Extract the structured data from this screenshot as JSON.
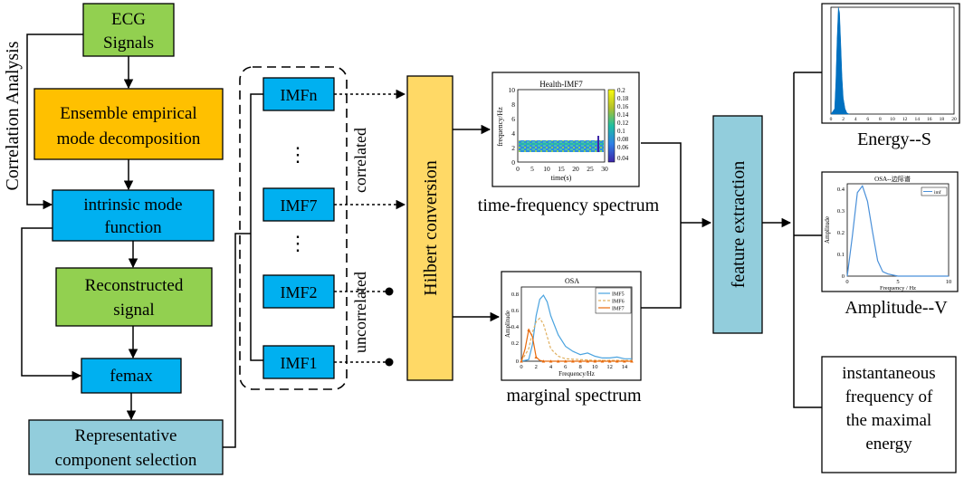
{
  "colors": {
    "green": "#92d050",
    "orange": "#ffc000",
    "blue": "#00b0f0",
    "lightblue": "#92cddc",
    "yellow": "#ffd966",
    "chart_blue": "#0070c0"
  },
  "flow": {
    "side_label": "Correlation Analysis",
    "ecg_line1": "ECG",
    "ecg_line2": "Signals",
    "eemd_line1": "Ensemble empirical",
    "eemd_line2": "mode decomposition",
    "imf_line1": "intrinsic mode",
    "imf_line2": "function",
    "recon_line1": "Reconstructed",
    "recon_line2": "signal",
    "femax": "femax",
    "rep_line1": "Representative",
    "rep_line2": "component selection"
  },
  "imfs": {
    "imfn": "IMFn",
    "imf7": "IMF7",
    "imf2": "IMF2",
    "imf1": "IMF1",
    "dots": "⋮",
    "correlated": "correlated",
    "uncorrelated": "uncorrelated"
  },
  "hilbert": "Hilbert conversion",
  "feature": "feature extraction",
  "tf_plot": {
    "title": "Health-IMF7",
    "ylabel": "frequency/Hz",
    "xlabel": "time(s)",
    "xticks": [
      "0",
      "5",
      "10",
      "15",
      "20",
      "25",
      "30"
    ],
    "yticks": [
      "0",
      "2",
      "4",
      "6",
      "8",
      "10"
    ],
    "cticks": [
      "0.2",
      "0.18",
      "0.16",
      "0.14",
      "0.12",
      "0.1",
      "0.08",
      "0.06",
      "0.04"
    ],
    "caption": "time-frequency spectrum"
  },
  "marginal_plot": {
    "title": "OSA",
    "ylabel": "Amplitude",
    "xlabel": "Frequency/Hz",
    "xticks": [
      "0",
      "2",
      "4",
      "6",
      "8",
      "10",
      "12",
      "14"
    ],
    "yticks": [
      "0",
      "0.2",
      "0.4",
      "0.6",
      "0.8"
    ],
    "legend": [
      "IMF5",
      "IMF6",
      "IMF7"
    ],
    "caption": "marginal spectrum"
  },
  "energy_plot": {
    "xticks": [
      "0",
      "2",
      "4",
      "6",
      "8",
      "10",
      "12",
      "14",
      "16",
      "18",
      "20"
    ],
    "caption": "Energy--S"
  },
  "amp_plot": {
    "title": "OSA--边际谱",
    "ylabel": "Amplitude",
    "xlabel": "Frequency / Hz",
    "xticks": [
      "0",
      "5",
      "10"
    ],
    "yticks": [
      "0",
      "0.1",
      "0.2",
      "0.3",
      "0.4"
    ],
    "legend": "imf",
    "caption": "Amplitude--V"
  },
  "output_box": {
    "line1": "instantaneous",
    "line2": "frequency of",
    "line3": "the maximal",
    "line4": "energy"
  },
  "chart_data": [
    {
      "type": "heatmap",
      "title": "Health-IMF7",
      "xlabel": "time(s)",
      "ylabel": "frequency/Hz",
      "xlim": [
        0,
        30
      ],
      "ylim": [
        0,
        10
      ],
      "colorbar_range": [
        0.04,
        0.2
      ],
      "band_hz": [
        1.5,
        3
      ]
    },
    {
      "type": "line",
      "title": "OSA",
      "xlabel": "Frequency/Hz",
      "ylabel": "Amplitude",
      "xlim": [
        0,
        15
      ],
      "ylim": [
        0,
        0.9
      ],
      "legend_placement": "top-right",
      "series": [
        {
          "name": "IMF5",
          "x": [
            0,
            1,
            1.5,
            2,
            2.5,
            3,
            3.5,
            4,
            5,
            6,
            7,
            8,
            9,
            10,
            11,
            12,
            13,
            14,
            15
          ],
          "y": [
            0,
            0.02,
            0.2,
            0.55,
            0.75,
            0.8,
            0.72,
            0.55,
            0.32,
            0.18,
            0.12,
            0.08,
            0.1,
            0.06,
            0.04,
            0.04,
            0.05,
            0.03,
            0.03
          ]
        },
        {
          "name": "IMF6",
          "x": [
            0,
            1,
            1.5,
            2,
            2.5,
            3,
            3.5,
            4,
            5,
            6,
            8,
            10,
            12,
            15
          ],
          "y": [
            0,
            0.15,
            0.35,
            0.48,
            0.52,
            0.45,
            0.3,
            0.15,
            0.06,
            0.03,
            0.02,
            0.01,
            0.01,
            0.01
          ]
        },
        {
          "name": "IMF7",
          "x": [
            0,
            0.5,
            1,
            1.5,
            2,
            2.5,
            3,
            4,
            5,
            6,
            7,
            8,
            9,
            10,
            11,
            12,
            13,
            14,
            15
          ],
          "y": [
            0,
            0.15,
            0.38,
            0.3,
            0.05,
            0.01,
            0,
            0,
            0,
            0,
            0,
            0,
            0,
            0,
            0,
            0,
            0,
            0,
            0
          ]
        }
      ]
    },
    {
      "type": "area",
      "title": "",
      "xlim": [
        0,
        20
      ],
      "ylim": [
        0,
        1
      ],
      "series": [
        {
          "name": "",
          "x": [
            0,
            0.6,
            0.8,
            1.0,
            1.2,
            1.4,
            1.6,
            1.8,
            2.0,
            2.3,
            2.6,
            3.0
          ],
          "y": [
            0,
            0.05,
            0.3,
            0.7,
            1.0,
            0.95,
            0.65,
            0.35,
            0.15,
            0.05,
            0.01,
            0
          ]
        }
      ]
    },
    {
      "type": "line",
      "title": "OSA--边际谱",
      "xlabel": "Frequency / Hz",
      "ylabel": "Amplitude",
      "xlim": [
        0,
        10
      ],
      "ylim": [
        0,
        0.42
      ],
      "legend_placement": "top-right",
      "series": [
        {
          "name": "imf",
          "x": [
            0,
            0.5,
            1,
            1.5,
            2,
            2.5,
            3,
            3.5,
            4,
            5,
            6,
            8,
            10
          ],
          "y": [
            0,
            0.18,
            0.38,
            0.41,
            0.34,
            0.2,
            0.07,
            0.02,
            0.01,
            0,
            0,
            0,
            0
          ]
        }
      ]
    }
  ]
}
